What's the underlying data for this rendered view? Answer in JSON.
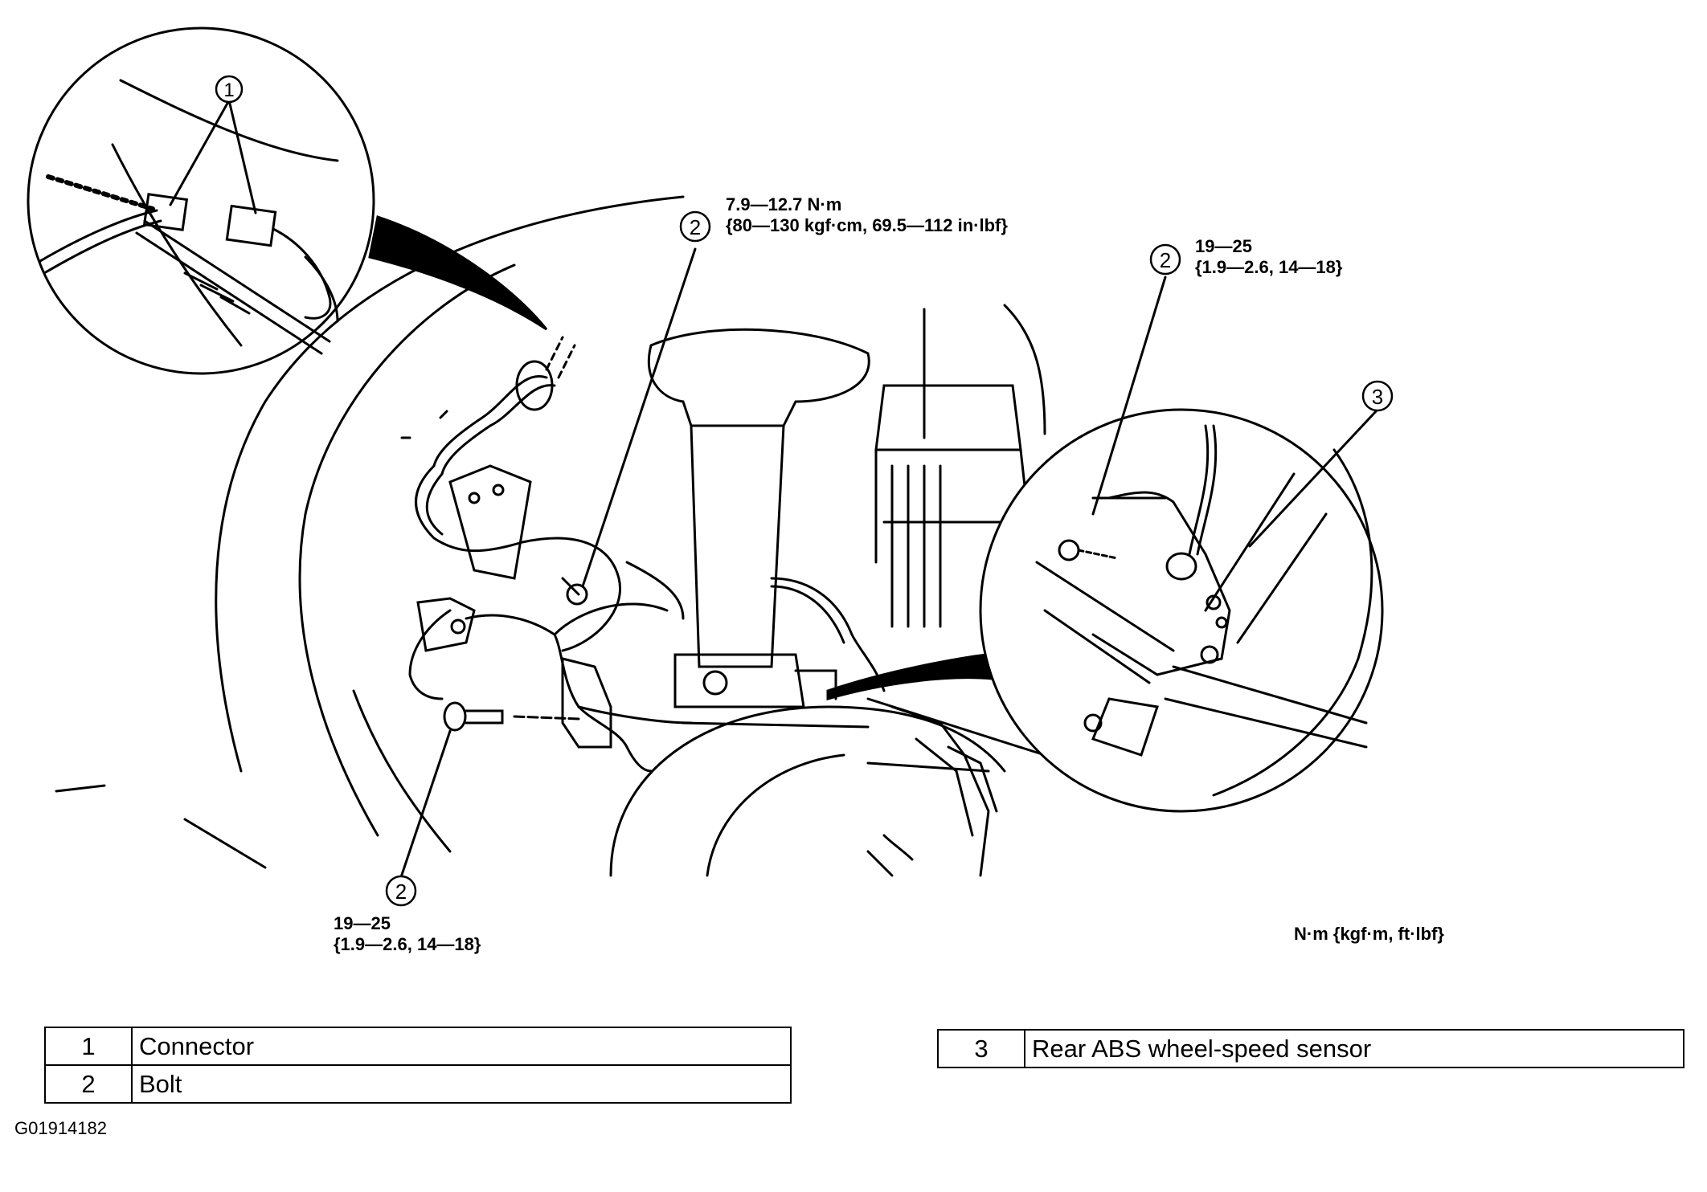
{
  "callouts": {
    "connector_number": "1",
    "bolt_number": "2",
    "sensor_number": "3"
  },
  "torque_specs": {
    "upper_bolt": {
      "line1": "7.9—12.7 N·m",
      "line2": "{80—130 kgf·cm, 69.5—112 in·lbf}"
    },
    "caliper_bolt": {
      "line1": "19—25",
      "line2": "{1.9—2.6, 14—18}"
    },
    "lower_bolt": {
      "line1": "19—25",
      "line2": "{1.9—2.6, 14—18}"
    },
    "units_note": "N·m {kgf·m, ft·lbf}"
  },
  "legend_left": [
    {
      "number": "1",
      "label": "Connector"
    },
    {
      "number": "2",
      "label": "Bolt"
    }
  ],
  "legend_right": [
    {
      "number": "3",
      "label": "Rear ABS wheel-speed sensor"
    }
  ],
  "figure_id": "G01914182"
}
